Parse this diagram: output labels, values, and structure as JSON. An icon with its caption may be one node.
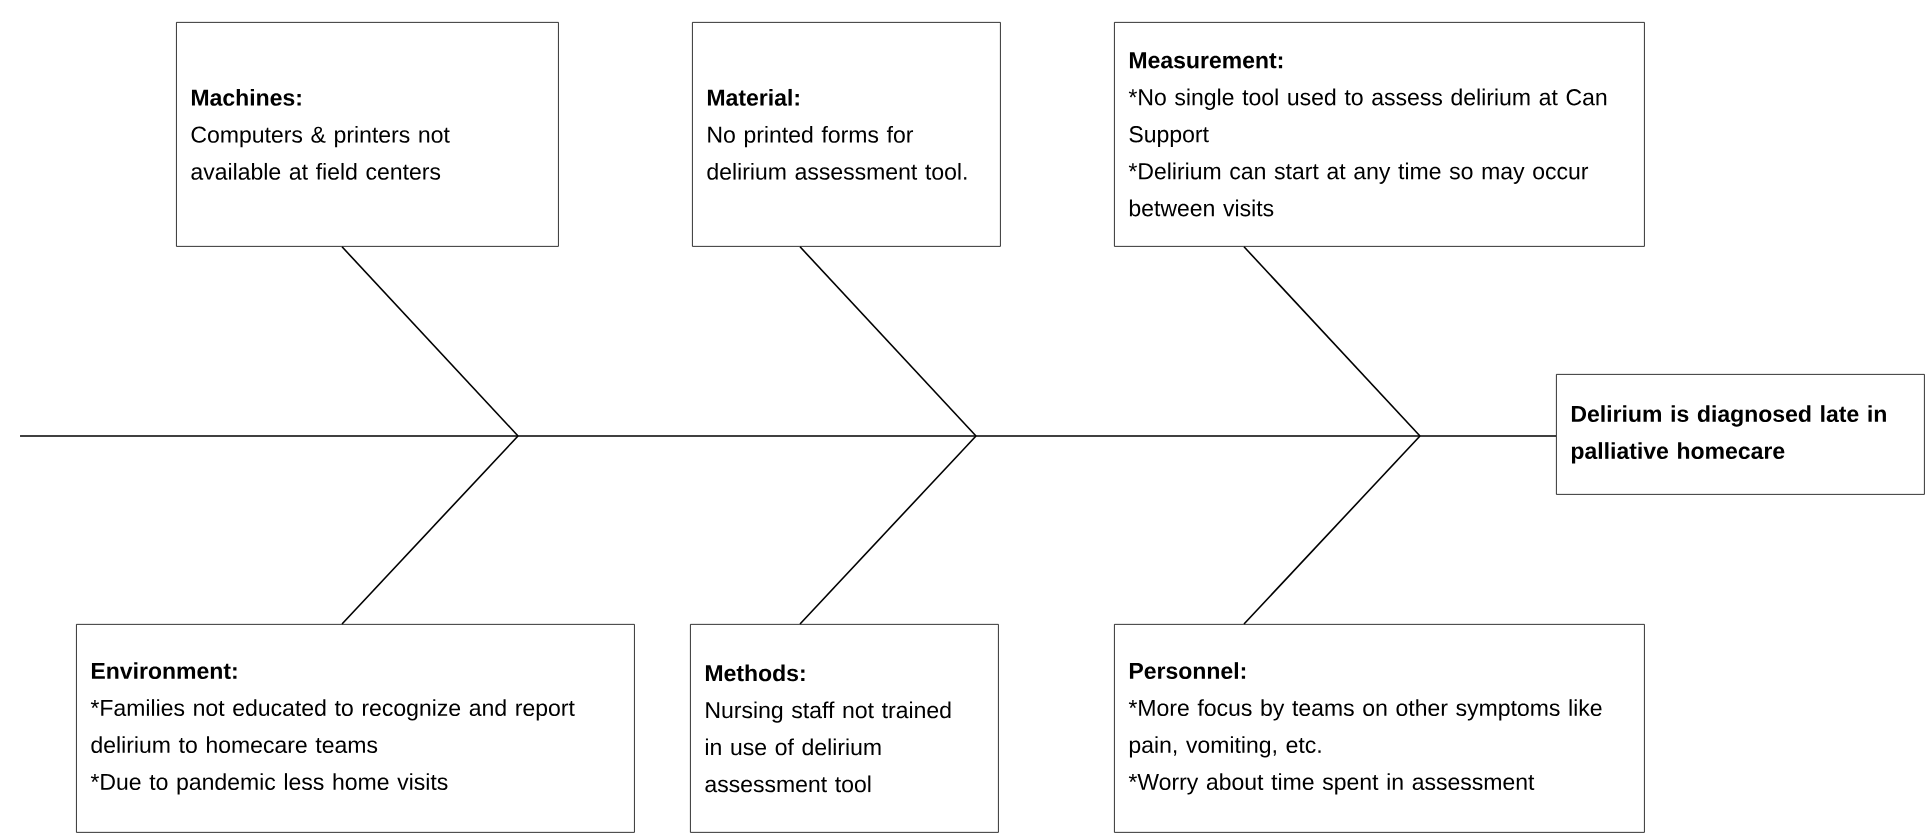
{
  "diagram": {
    "nodes": [
      {
        "text": [
          "Machines:",
          "Computers & printers not available at field centers"
        ]
      },
      {
        "text": [
          "Material:",
          "No printed forms for delirium assessment tool."
        ]
      },
      {
        "text": [
          "Measurement:",
          "*No single tool used to assess delirium at Can Support",
          "*Delirium can start at any time so may occur between visits"
        ]
      },
      {
        "text": [
          "Delirium is diagnosed late in palliative homecare"
        ]
      },
      {
        "text": [
          "Environment:",
          "*Families not educated to recognize and report delirium to homecare teams",
          "*Due to pandemic less home visits"
        ]
      },
      {
        "text": [
          "Methods:",
          "Nursing staff not trained in use of delirium assessment tool"
        ]
      },
      {
        "text": [
          "Personnel:",
          "*More focus by teams on other symptoms like pain, vomiting, etc.",
          "*Worry about time spent in assessment"
        ]
      }
    ],
    "edges": [
      {
        "from": null,
        "to": 3,
        "arrow": "none"
      },
      {
        "from": 0,
        "to": null,
        "arrow": "none"
      },
      {
        "from": 1,
        "to": null,
        "arrow": "none"
      },
      {
        "from": 2,
        "to": null,
        "arrow": "none"
      },
      {
        "from": 4,
        "to": null,
        "arrow": "none"
      },
      {
        "from": 5,
        "to": null,
        "arrow": "none"
      },
      {
        "from": 6,
        "to": null,
        "arrow": "none"
      }
    ]
  }
}
